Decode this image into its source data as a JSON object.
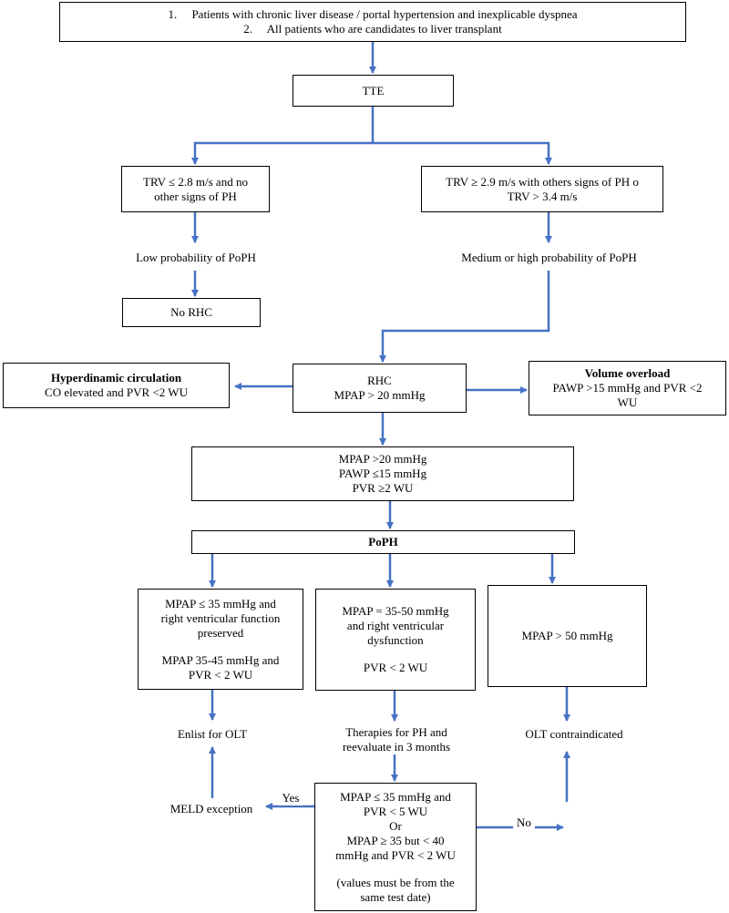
{
  "top": {
    "items": [
      {
        "num": "1.",
        "text": "Patients with chronic liver disease / portal hypertension and inexplicable dyspnea"
      },
      {
        "num": "2.",
        "text": "All patients who are candidates to liver transplant"
      }
    ]
  },
  "tte": "TTE",
  "left_branch": {
    "box_line1": "TRV ≤ 2.8 m/s and no",
    "box_line2": "other signs of PH",
    "prob": "Low probability of PoPH",
    "result": "No RHC"
  },
  "right_branch": {
    "box_line1": "TRV ≥ 2.9 m/s with others signs of PH o",
    "box_line2": "TRV > 3.4 m/s",
    "prob": "Medium or high probability of PoPH"
  },
  "hyper": {
    "title": "Hyperdinamic circulation",
    "text": "CO elevated and PVR <2 WU"
  },
  "rhc": {
    "line1": "RHC",
    "line2": "MPAP > 20 mmHg"
  },
  "volume": {
    "title": "Volume overload",
    "line1": "PAWP >15 mmHg and PVR <2",
    "line2": "WU"
  },
  "criteria": {
    "line1": "MPAP >20 mmHg",
    "line2": "PAWP ≤15 mmHg",
    "line3": "PVR ≥2 WU"
  },
  "poph": "PoPH",
  "col1": {
    "line1": "MPAP ≤ 35 mmHg and",
    "line2": "right ventricular function",
    "line3": "preserved",
    "line4": "MPAP 35-45 mmHg and",
    "line5": "PVR < 2 WU",
    "outcome": "Enlist for OLT"
  },
  "col2": {
    "line1": "MPAP = 35-50 mmHg",
    "line2": "and right ventricular",
    "line3": "dysfunction",
    "line4": "PVR < 2 WU",
    "outcome_line1": "Therapies for PH and",
    "outcome_line2": "reevaluate in 3 months"
  },
  "col3": {
    "line1": "MPAP > 50 mmHg",
    "outcome": "OLT contraindicated"
  },
  "reeval": {
    "line1": "MPAP ≤ 35 mmHg and",
    "line2": "PVR < 5 WU",
    "line3": "Or",
    "line4": "MPAP ≥ 35 but < 40",
    "line5": "mmHg and PVR < 2 WU",
    "line6": "(values must be from the",
    "line7": "same test date)"
  },
  "meld": "MELD exception",
  "yes": "Yes",
  "no": "No",
  "colors": {
    "arrow": "#4472C4",
    "border": "#000000"
  }
}
